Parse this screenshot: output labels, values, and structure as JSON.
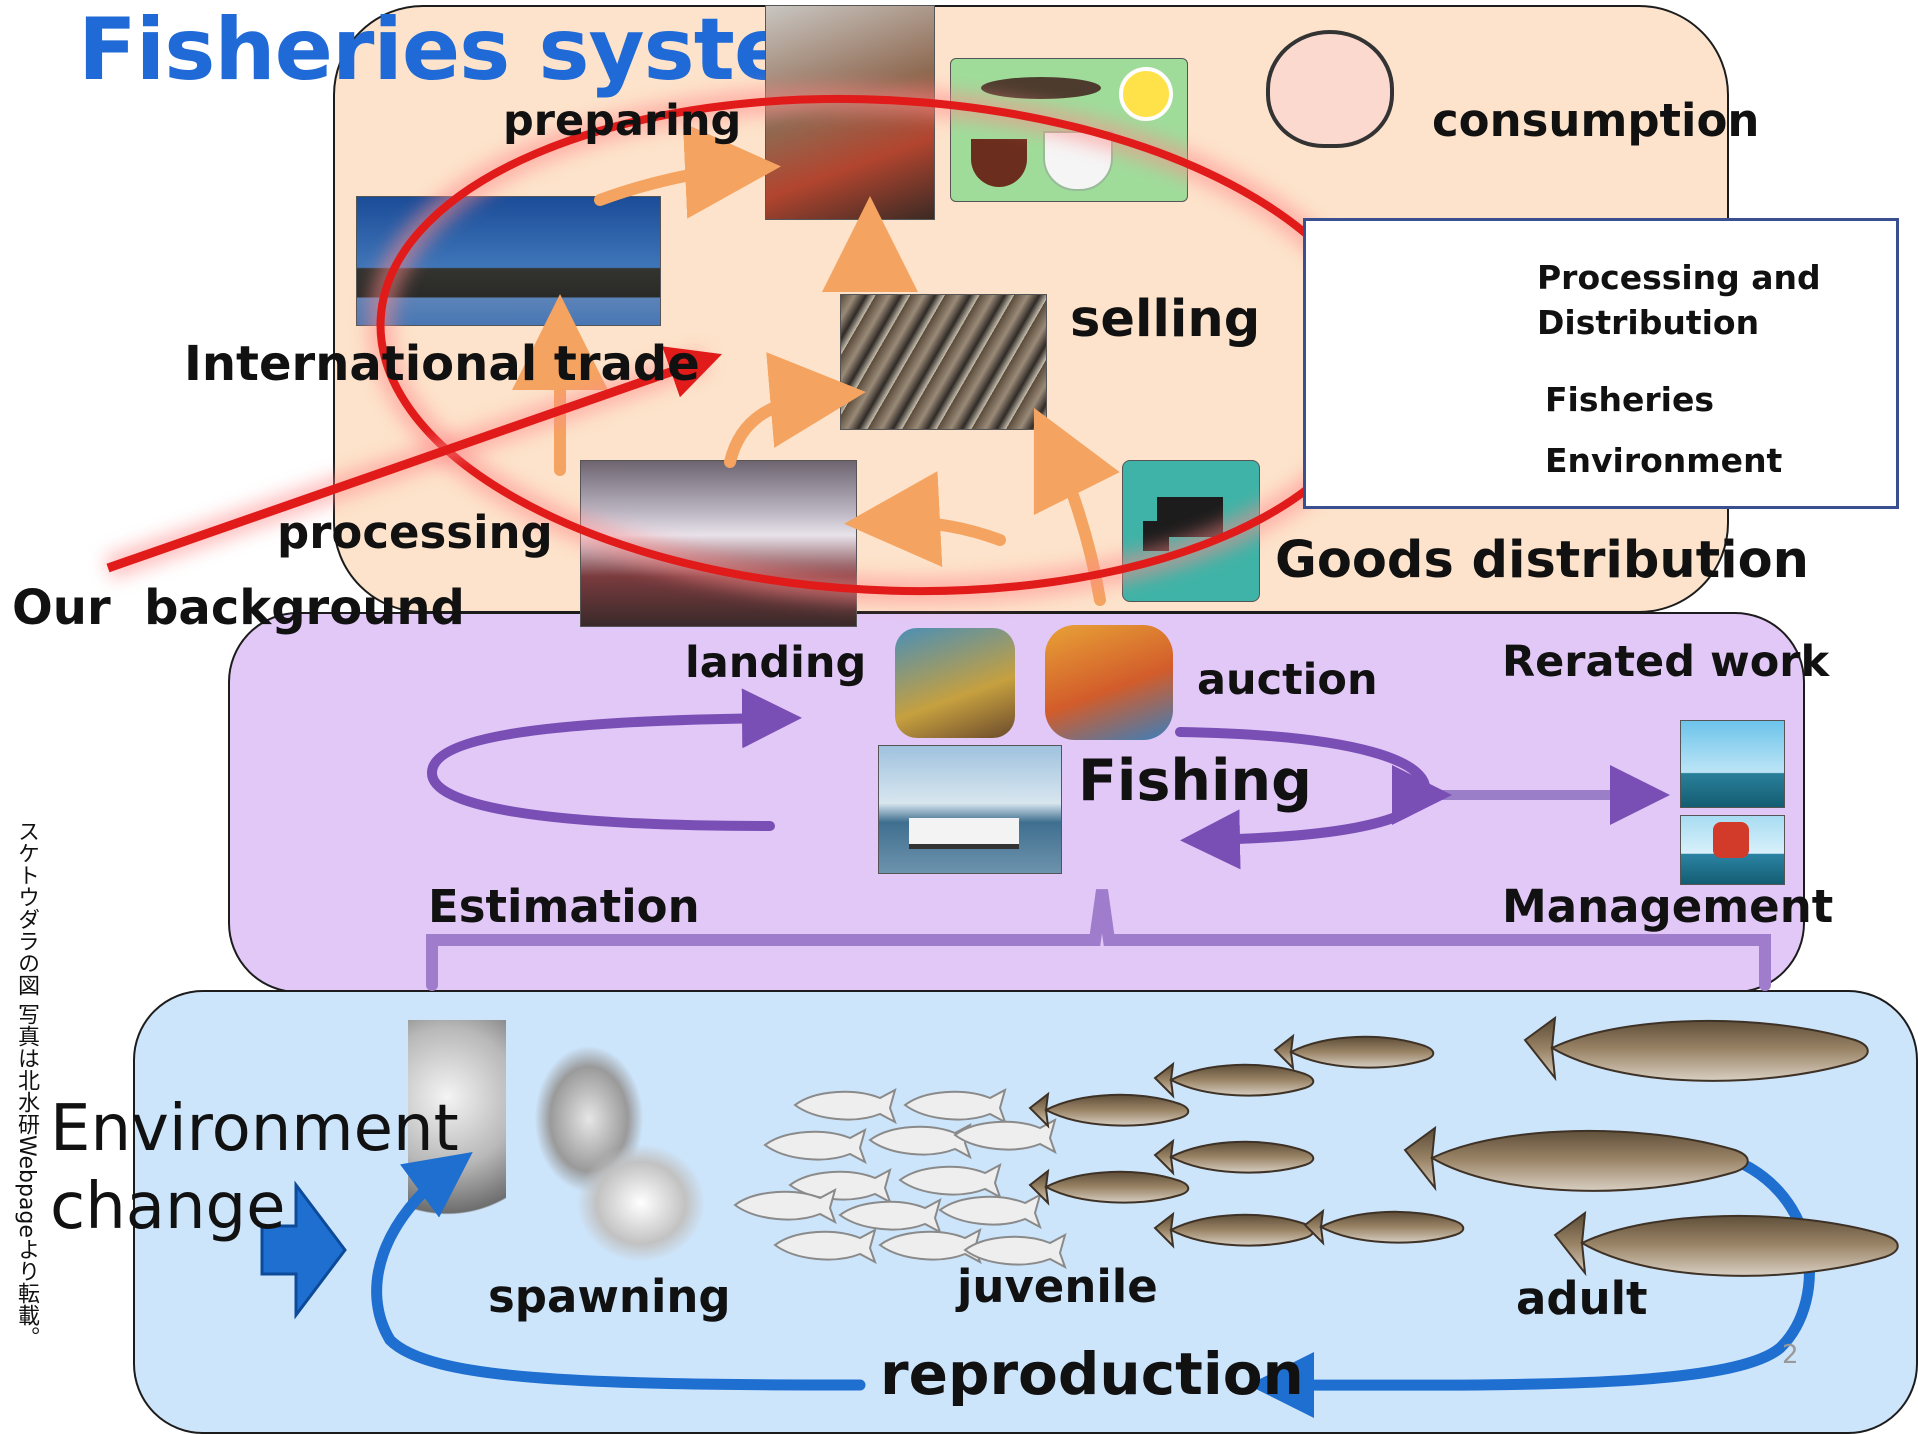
{
  "title": "Fisheries system",
  "credit_vertical": "スケトウダラの図 写真は北水研Webpageより転載。",
  "top_panel": {
    "labels": {
      "preparing": "preparing",
      "consumption": "consumption",
      "selling": "selling",
      "international_trade": "International trade",
      "processing": "processing",
      "goods_distribution": "Goods distribution"
    }
  },
  "our_background": "Our  background",
  "legend": {
    "items": [
      {
        "label_line1": "Processing and",
        "label_line2": "Distribution",
        "color": "#f4a460"
      },
      {
        "label_line1": "Fisheries",
        "label_line2": "",
        "color": "#8a6abf"
      },
      {
        "label_line1": "Environment",
        "label_line2": "",
        "color": "#1e6fd0"
      }
    ]
  },
  "middle_panel": {
    "labels": {
      "landing": "landing",
      "auction": "auction",
      "related_work": "Rerated work",
      "fishing": "Fishing",
      "estimation": "Estimation",
      "management": "Management"
    }
  },
  "bottom_panel": {
    "labels": {
      "environment_change_line1": "Environment",
      "environment_change_line2": "change",
      "spawning": "spawning",
      "juvenile": "juvenile",
      "adult": "adult",
      "reproduction": "reproduction"
    }
  },
  "page_number": "2",
  "colors": {
    "title_blue": "#1f6ad6",
    "top_panel_fill": "#fde3cb",
    "middle_panel_fill": "#e2c8f7",
    "bottom_panel_fill": "#cde5fb",
    "highlight_red": "#e11a1a",
    "orange_arrow": "#f4a460",
    "purple_arrow": "#7a4fb5",
    "blue_arrow": "#1e6fd0"
  }
}
